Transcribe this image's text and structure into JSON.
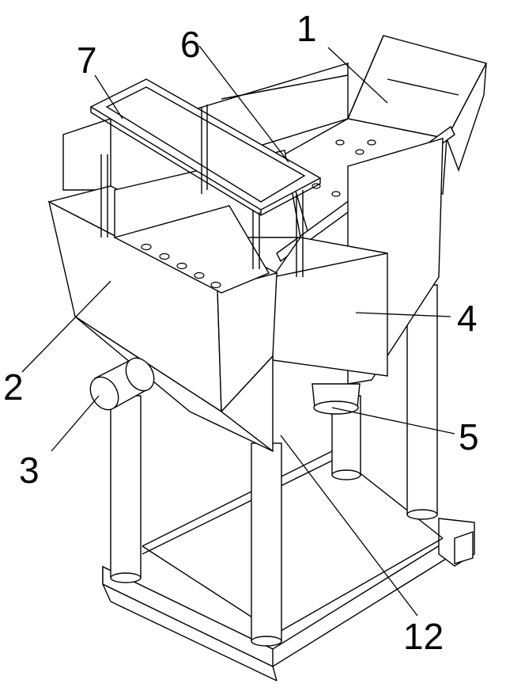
{
  "callouts": [
    {
      "id": "1",
      "label": "1"
    },
    {
      "id": "2",
      "label": "2"
    },
    {
      "id": "3",
      "label": "3"
    },
    {
      "id": "4",
      "label": "4"
    },
    {
      "id": "5",
      "label": "5"
    },
    {
      "id": "6",
      "label": "6"
    },
    {
      "id": "7",
      "label": "7"
    },
    {
      "id": "12",
      "label": "12"
    }
  ]
}
